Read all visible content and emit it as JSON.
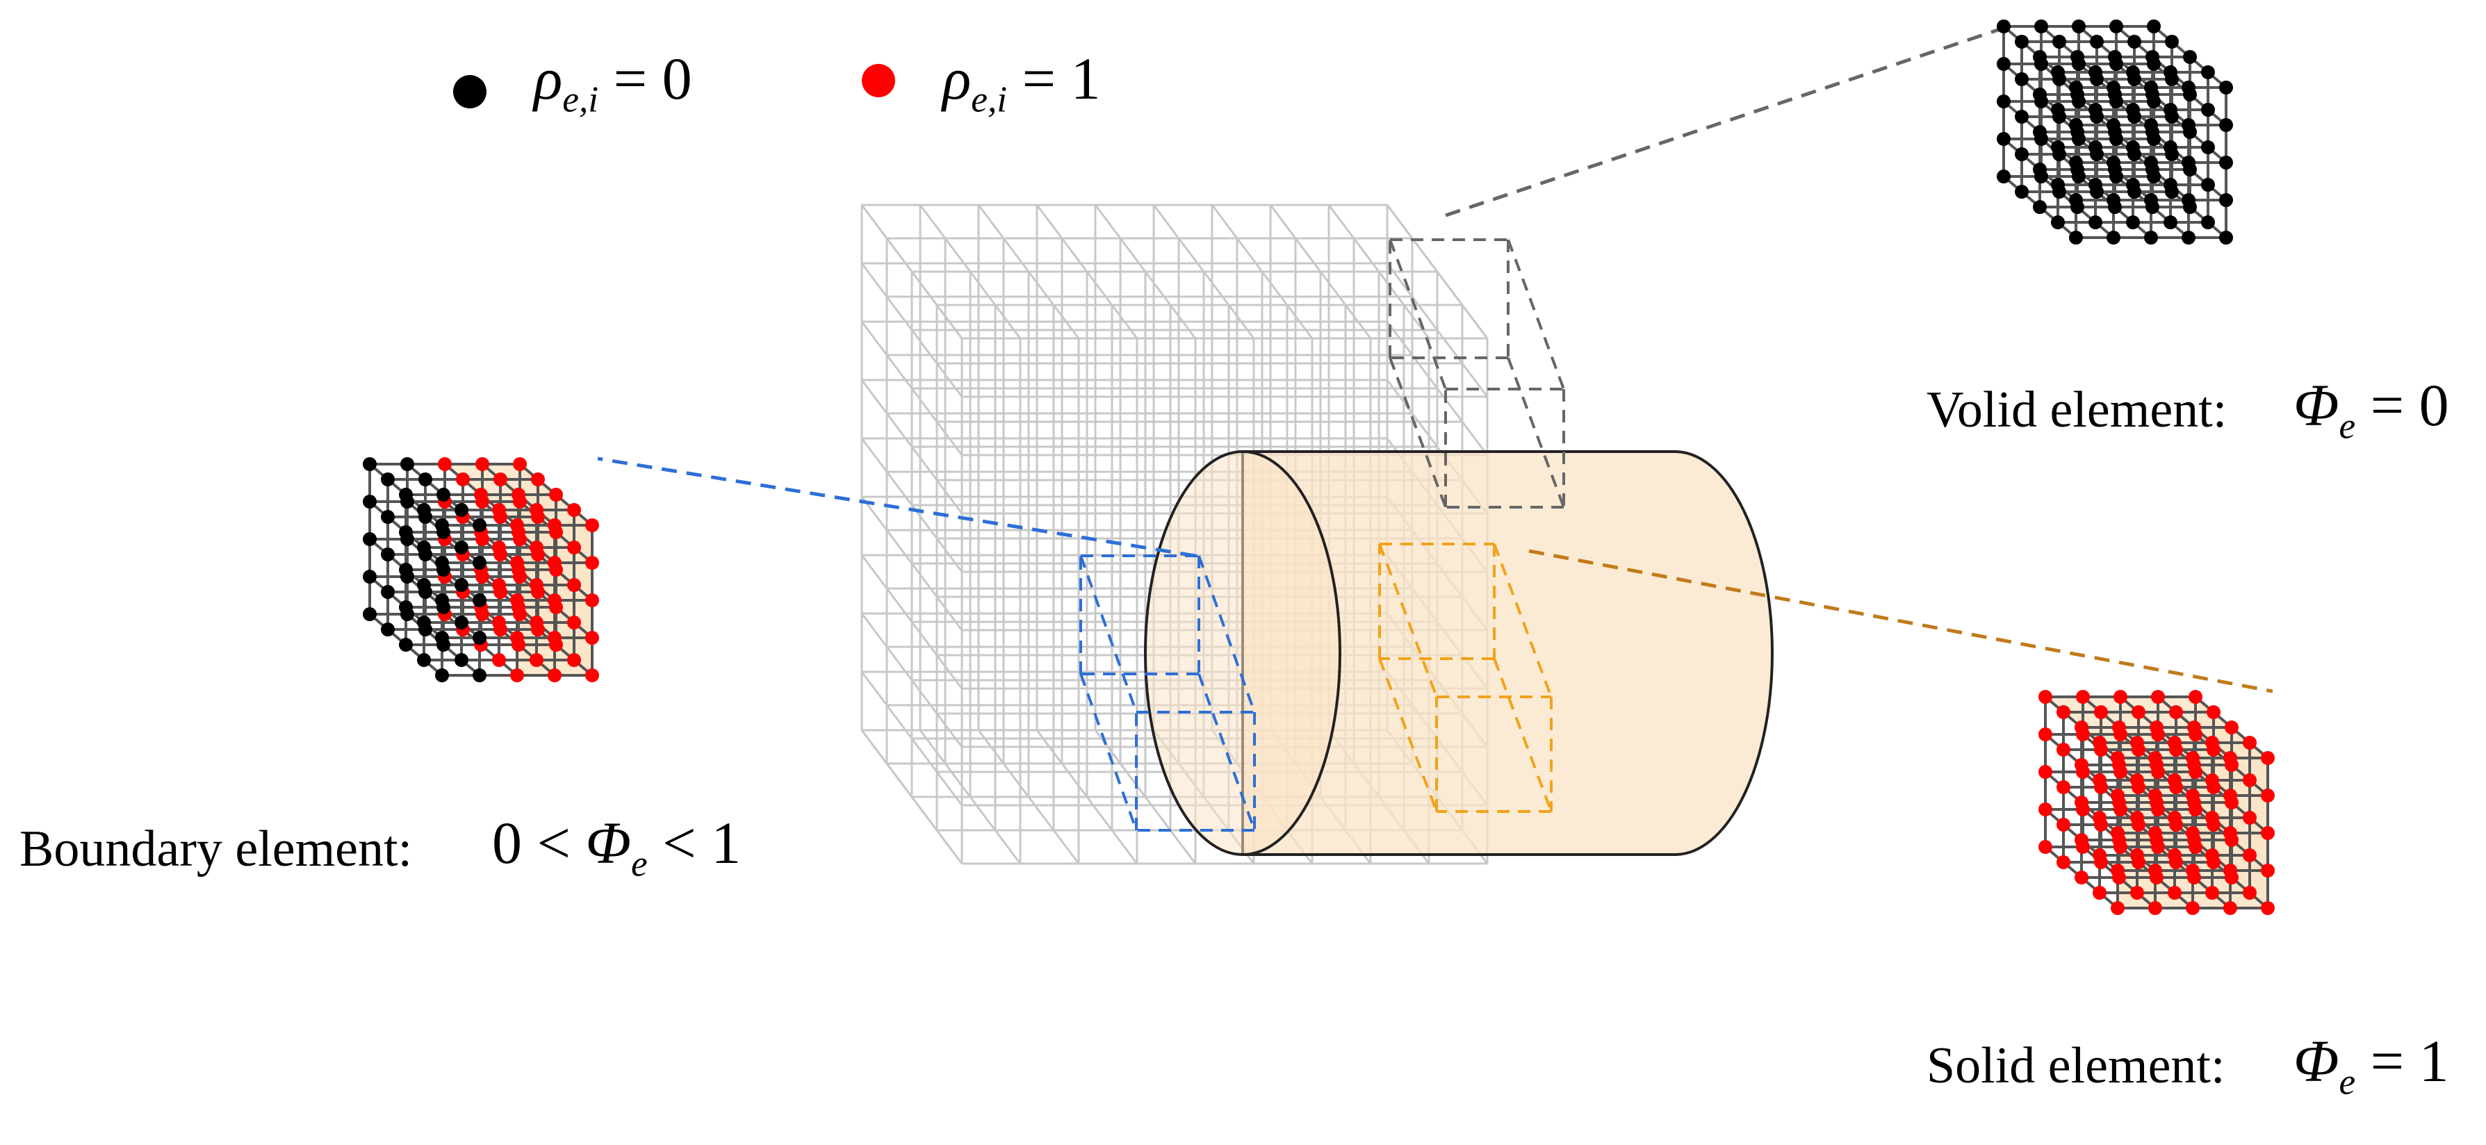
{
  "legend": {
    "items": [
      {
        "symbol": "ρ",
        "subscript": "e,i",
        "relation": "=",
        "value": "0",
        "color": "#000000"
      },
      {
        "symbol": "ρ",
        "subscript": "e,i",
        "relation": "=",
        "value": "1",
        "color": "#ff0000"
      }
    ]
  },
  "elements": {
    "void": {
      "caption": "Volid element:",
      "symbol": "Φ",
      "subscript": "e",
      "relation": "=",
      "value": "0",
      "outline_color": "#555555"
    },
    "boundary": {
      "caption": "Boundary element:",
      "lower": "0",
      "lt1": "<",
      "symbol": "Φ",
      "subscript": "e",
      "lt2": "<",
      "upper": "1",
      "outline_color": "#2d6fd6"
    },
    "solid": {
      "caption": "Solid element:",
      "symbol": "Φ",
      "subscript": "e",
      "relation": "=",
      "value": "1",
      "outline_color": "#f2a21a"
    }
  },
  "colors": {
    "grid": "#c8c8c8",
    "solid_fill": "#fbe4c6",
    "cylinder_edge": "#222222",
    "void_leader": "#666666",
    "boundary_leader": "#2d6fd6",
    "solid_leader": "#c27a1a",
    "node_zero": "#000000",
    "node_one": "#ff0000",
    "lattice_edge": "#555555"
  }
}
